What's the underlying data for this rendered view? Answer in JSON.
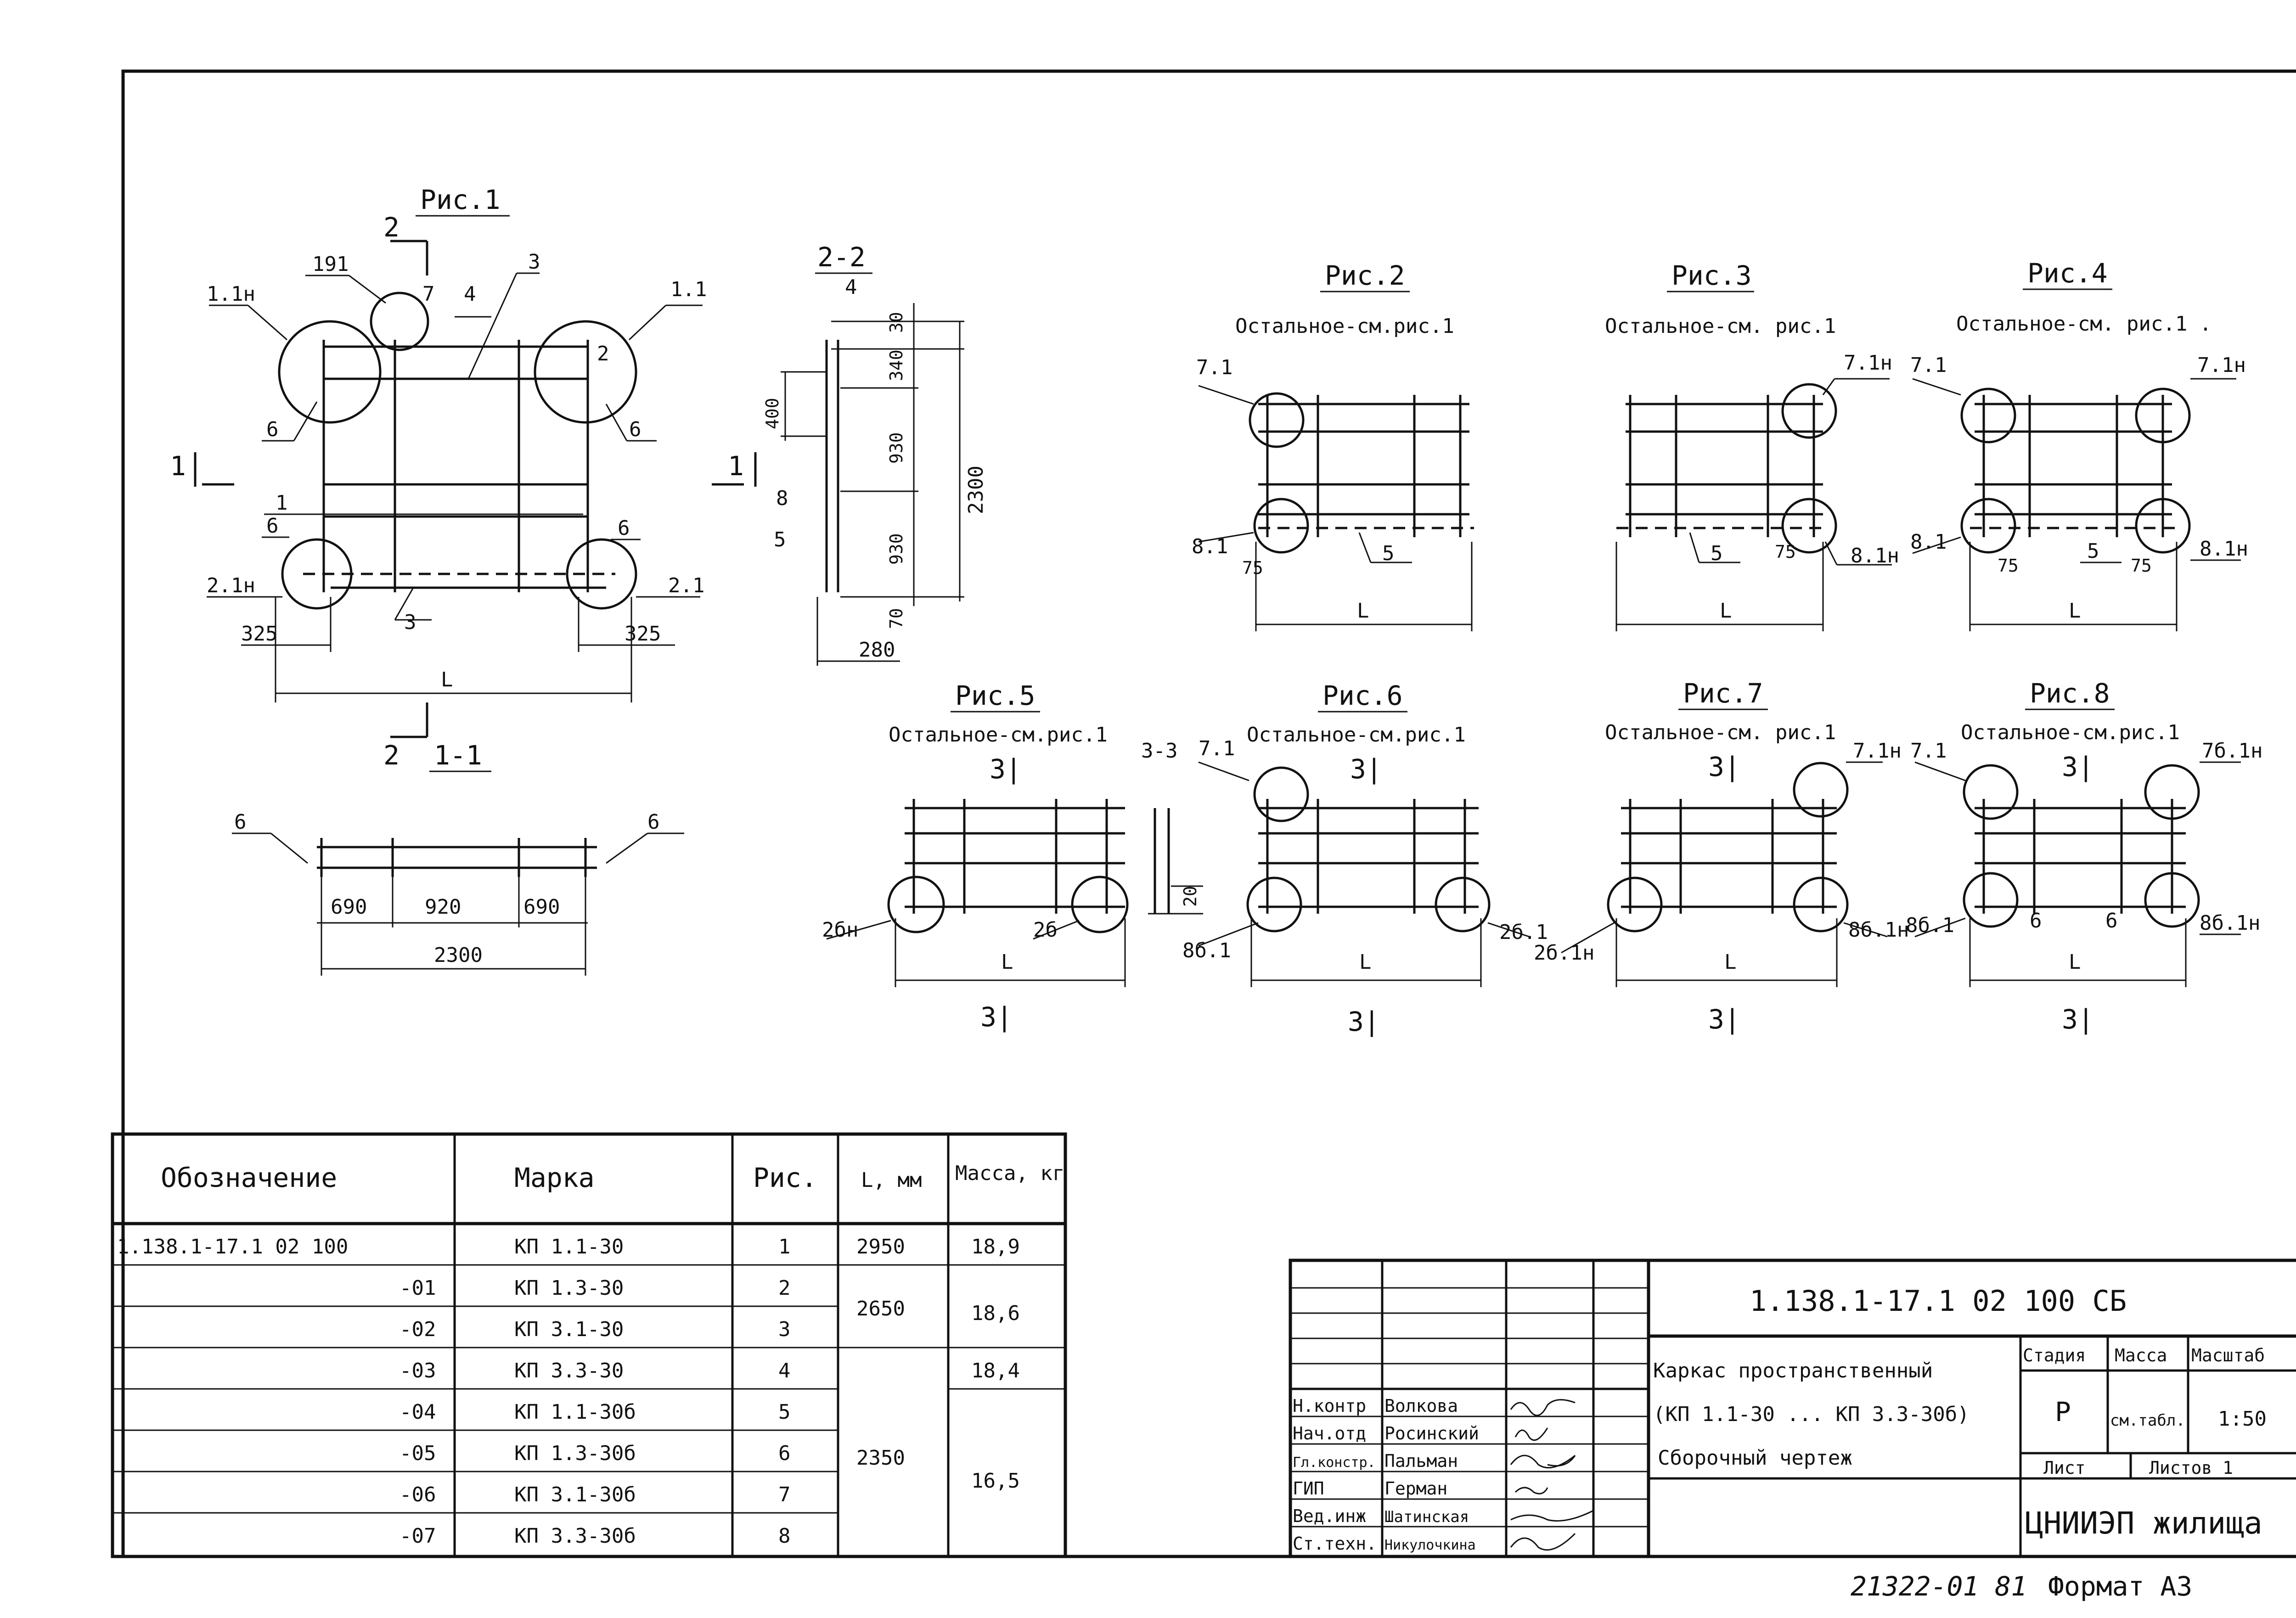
{
  "fig1": {
    "title": "Рис.1",
    "labels": [
      "1.1н",
      "191",
      "7",
      "4",
      "3",
      "1.1",
      "2",
      "6",
      "6",
      "1",
      "6",
      "6",
      "2.1н",
      "2.1",
      "3",
      "325",
      "325",
      "L",
      "1",
      "1",
      "2",
      "2"
    ]
  },
  "sec22": {
    "title": "2-2",
    "labels": [
      "4",
      "30",
      "340",
      "2300",
      "400",
      "930",
      "8",
      "930",
      "5",
      "70",
      "280"
    ]
  },
  "sec11": {
    "title": "1-1",
    "labels": [
      "6",
      "6",
      "690",
      "920",
      "690",
      "2300"
    ]
  },
  "figs": [
    {
      "title": "Рис.2",
      "note": "Остальное-см.рис.1",
      "labels": [
        "7.1",
        "8.1",
        "75",
        "5",
        "L"
      ]
    },
    {
      "title": "Рис.3",
      "note": "Остальное-см. рис.1",
      "labels": [
        "7.1н",
        "5",
        "75",
        "8.1н",
        "L"
      ]
    },
    {
      "title": "Рис.4",
      "note": "Остальное-см. рис.1 .",
      "labels": [
        "7.1",
        "7.1н",
        "8.1",
        "75",
        "5",
        "75",
        "8.1н",
        "L"
      ]
    },
    {
      "title": "Рис.5",
      "note": "Остальное-см.рис.1",
      "labels": [
        "3|",
        "3-3",
        "2бн",
        "2б",
        "20",
        "L",
        "3|"
      ]
    },
    {
      "title": "Рис.6",
      "note": "Остальное-см.рис.1",
      "labels": [
        "7.1",
        "3|",
        "8б.1",
        "2б.1",
        "L",
        "3|"
      ]
    },
    {
      "title": "Рис.7",
      "note": "Остальное-см. рис.1",
      "labels": [
        "3|",
        "7.1н",
        "2б.1н",
        "8б.1н",
        "L",
        "3|"
      ]
    },
    {
      "title": "Рис.8",
      "note": "Остальное-см.рис.1",
      "labels": [
        "7.1",
        "3|",
        "7б.1н",
        "8б.1",
        "6",
        "6",
        "8б.1н",
        "L",
        "3|"
      ]
    }
  ],
  "spec_table": {
    "headers": [
      "Обозначение",
      "Марка",
      "Рис.",
      "L, мм",
      "Масса, кг"
    ],
    "rows": [
      [
        "1.138.1-17.1   02 100",
        "КП 1.1-30",
        "1",
        "2950",
        "18,9"
      ],
      [
        "-01",
        "КП 1.3-30",
        "2",
        "2650",
        "18,6"
      ],
      [
        "-02",
        "КП 3.1-30",
        "3",
        "",
        ""
      ],
      [
        "-03",
        "КП 3.3-30",
        "4",
        "2350",
        "18,4"
      ],
      [
        "-04",
        "КП 1.1-30б",
        "5",
        "",
        "16,5"
      ],
      [
        "-05",
        "КП 1.3-30б",
        "6",
        "",
        ""
      ],
      [
        "-06",
        "КП 3.1-30б",
        "7",
        "",
        ""
      ],
      [
        "-07",
        "КП 3.3-30б",
        "8",
        "",
        ""
      ]
    ]
  },
  "title_block": {
    "doc_code": "1.138.1-17.1   02 100 СБ",
    "name_line1": "Каркас пространственный",
    "name_line2": "(КП 1.1-30 ... КП 3.3-30б)",
    "name_line3": "Сборочный чертеж",
    "stage_h": "Стадия",
    "mass_h": "Масса",
    "scale_h": "Масштаб",
    "stage_v": "Р",
    "mass_v": "см.табл.",
    "scale_v": "1:50",
    "sheet_h": "Лист",
    "sheets_h": "Листов 1",
    "org": "ЦНИИЭП жилища",
    "roles": [
      {
        "role": "Н.контр",
        "name": "Волкова"
      },
      {
        "role": "Нач.отд",
        "name": "Росинский"
      },
      {
        "role": "Гл.констр.",
        "name": "Пальман"
      },
      {
        "role": "ГИП",
        "name": "Герман"
      },
      {
        "role": "Вед.инж",
        "name": "Шатинская"
      },
      {
        "role": "Ст.техн.",
        "name": "Никулочкина"
      }
    ]
  },
  "footer": {
    "number": "21322-01 81",
    "format": "Формат А3"
  }
}
